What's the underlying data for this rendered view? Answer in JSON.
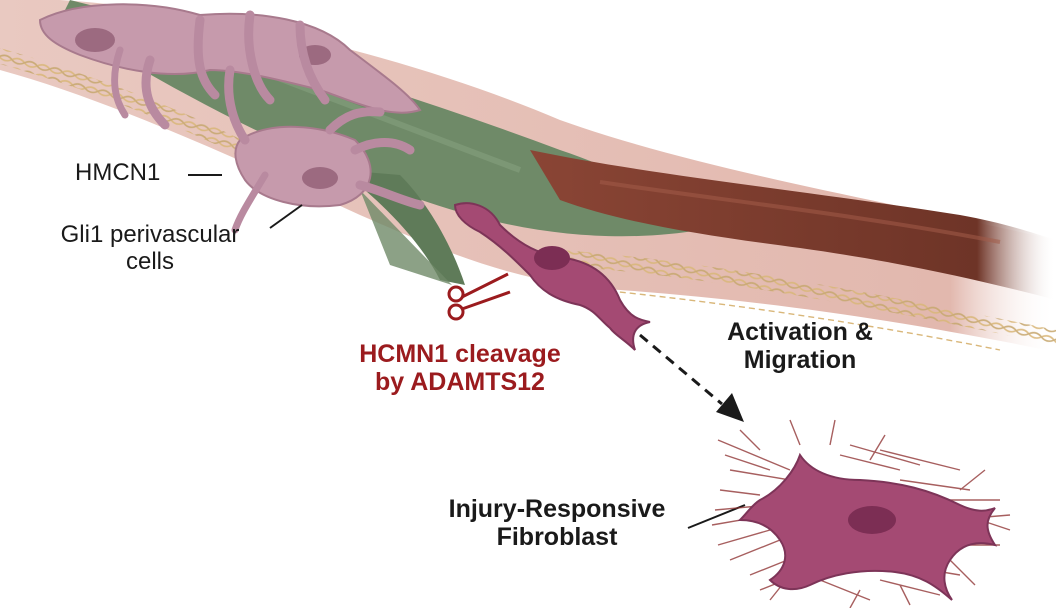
{
  "labels": {
    "hmcn1": "HMCN1",
    "gli1_line1": "Gli1 perivascular",
    "gli1_line2": "cells",
    "cleavage_line1": "HCMN1 cleavage",
    "cleavage_line2": "by ADAMTS12",
    "activation_line1": "Activation &",
    "activation_line2": "Migration",
    "injury_line1": "Injury-Responsive",
    "injury_line2": "Fibroblast"
  },
  "colors": {
    "vessel_outer": "#e8c4bc",
    "vessel_green": "#6f8a68",
    "vessel_red": "#7a3a2c",
    "pericyte": "#c69aac",
    "fibroblast": "#a44a73",
    "cleavage_text": "#9b1b1e",
    "fibers": "#8a2a2a"
  },
  "icons": {
    "scissors": "scissors-icon",
    "arrow": "dashed-arrow"
  }
}
